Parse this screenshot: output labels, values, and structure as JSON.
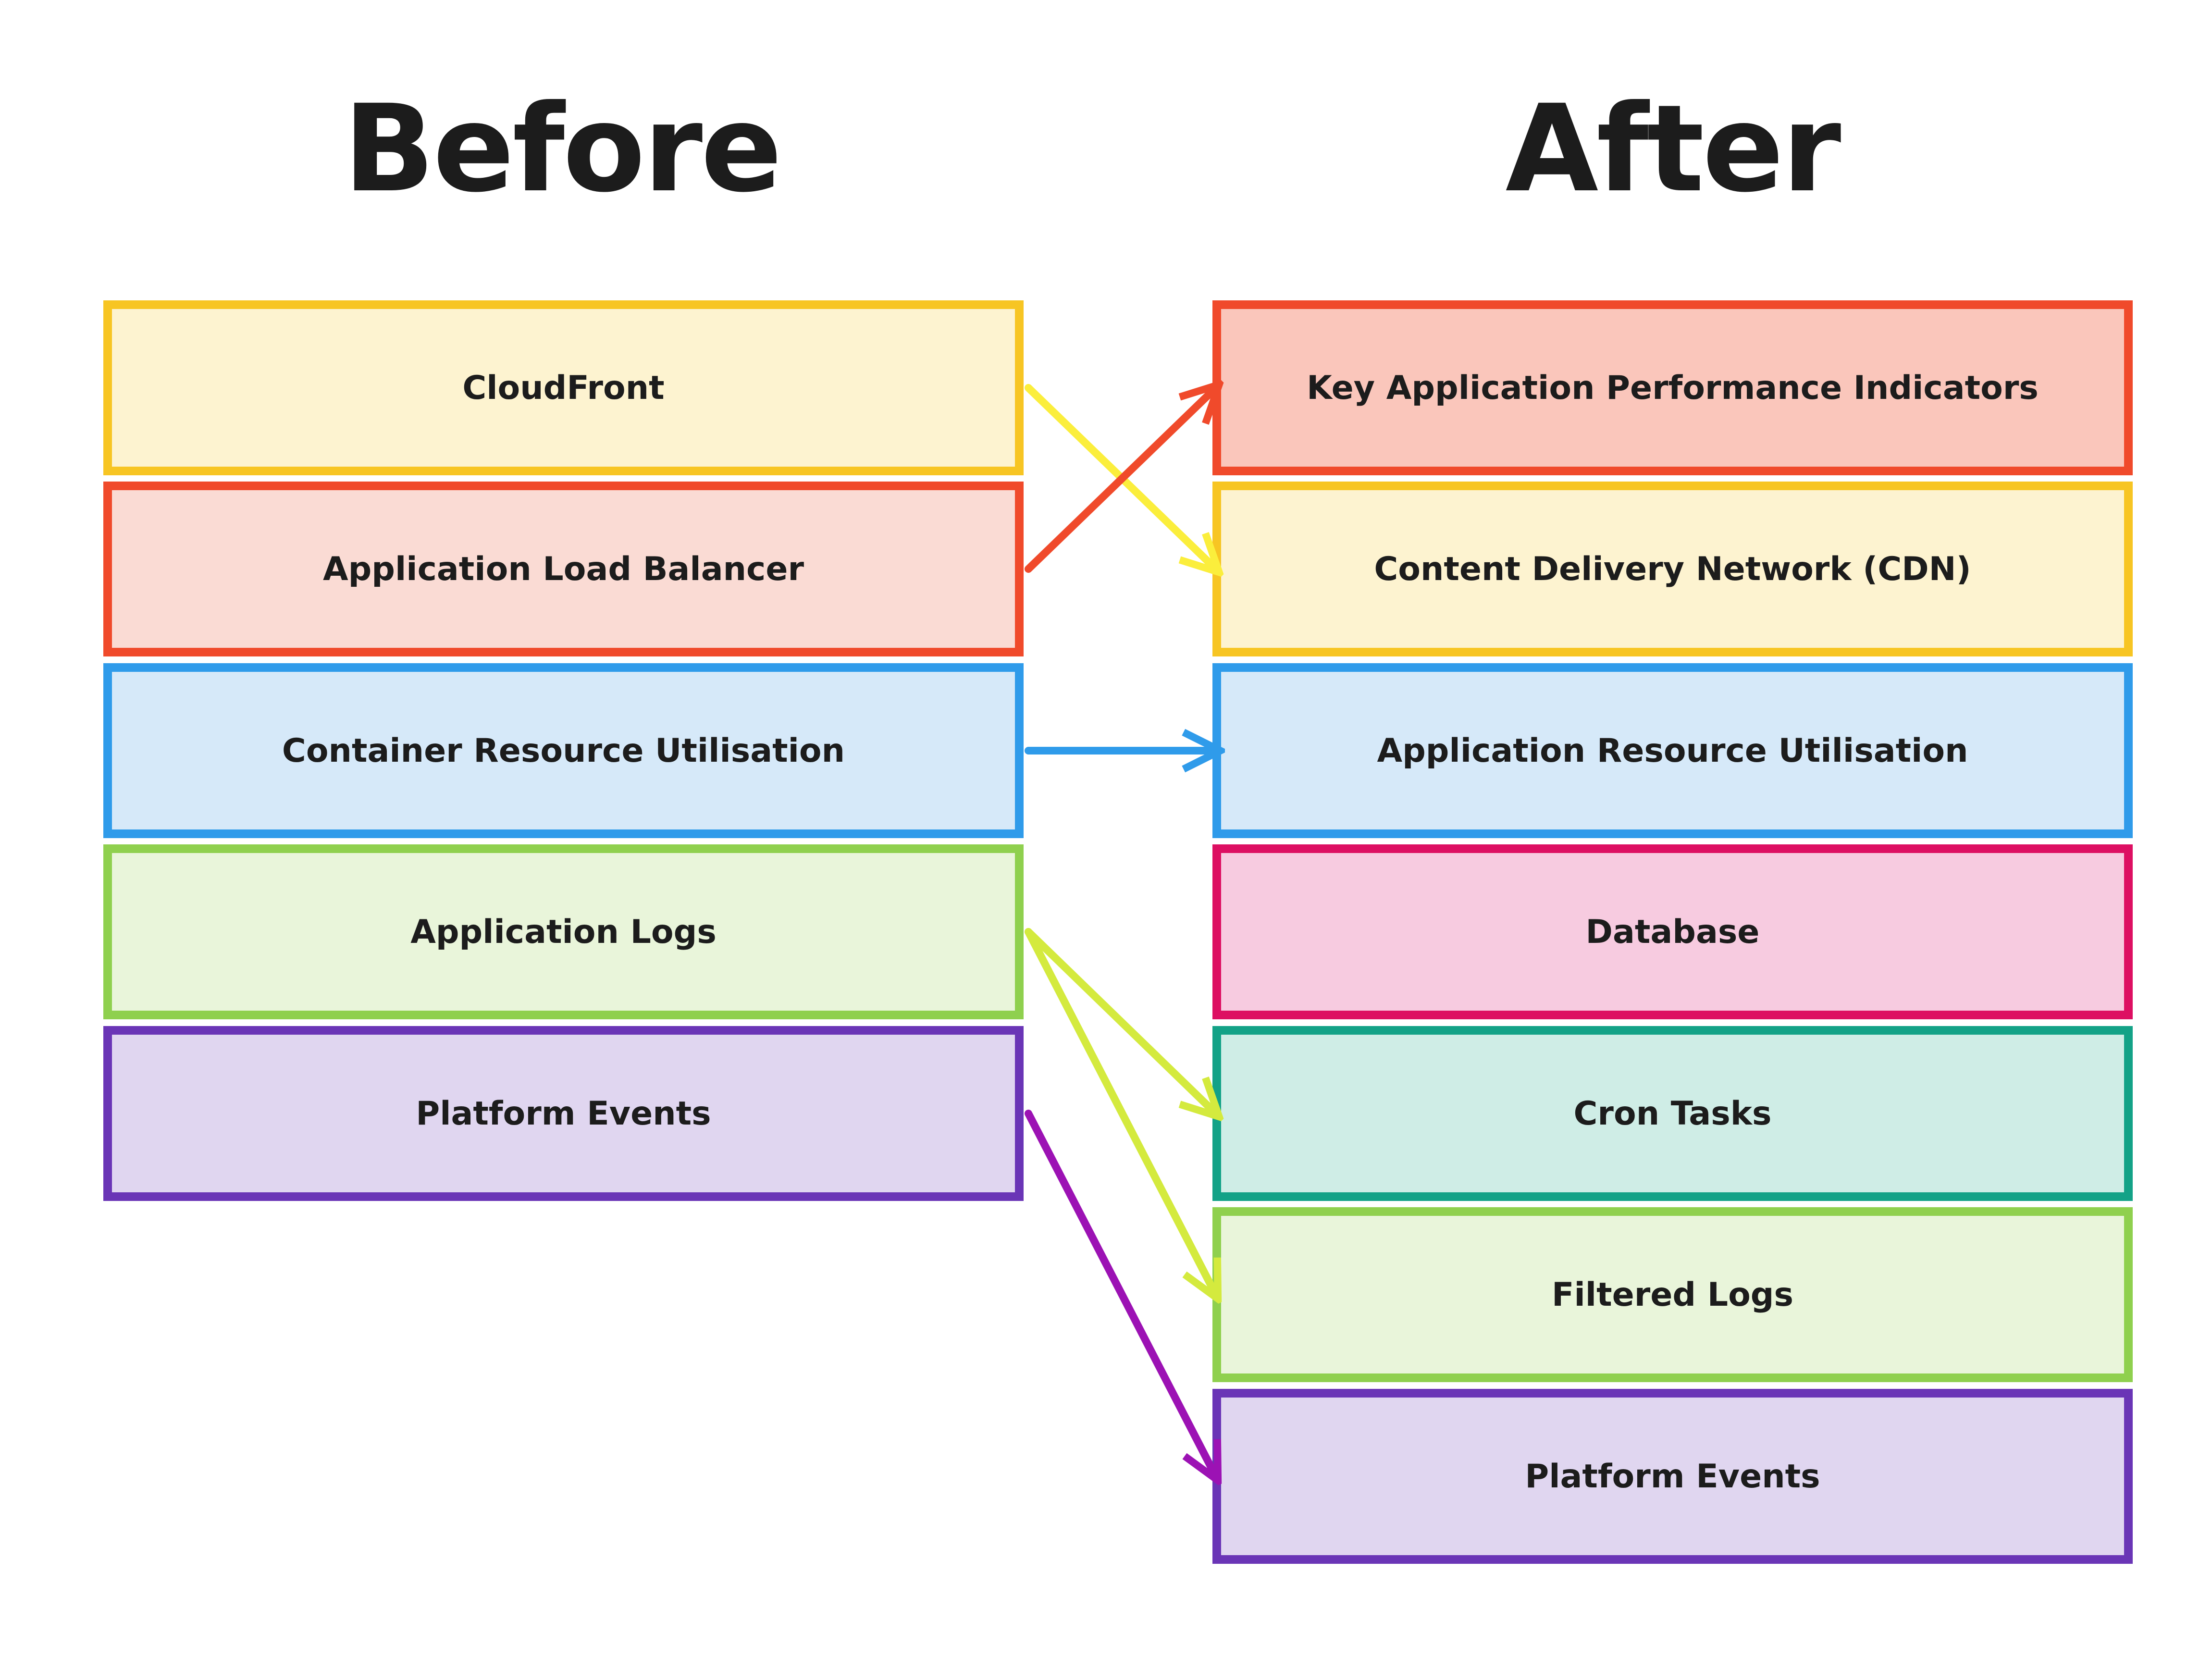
{
  "headings": {
    "before": "Before",
    "after": "After"
  },
  "before_items": [
    {
      "label": "CloudFront",
      "fill": "#fdf3d0",
      "border": "#f7c523"
    },
    {
      "label": "Application Load Balancer",
      "fill": "#fadbd4",
      "border": "#f04a2b"
    },
    {
      "label": "Container Resource Utilisation",
      "fill": "#d6e9f9",
      "border": "#2f9bea"
    },
    {
      "label": "Application Logs",
      "fill": "#e9f5da",
      "border": "#8fd04e"
    },
    {
      "label": "Platform Events",
      "fill": "#e0d6f0",
      "border": "#6a35b6"
    }
  ],
  "after_items": [
    {
      "label": "Key Application Performance Indicators",
      "fill": "#fac6bb",
      "border": "#f04a2b"
    },
    {
      "label": "Content Delivery Network (CDN)",
      "fill": "#fdf3d0",
      "border": "#f7c523"
    },
    {
      "label": "Application Resource Utilisation",
      "fill": "#d6e9f9",
      "border": "#2f9bea"
    },
    {
      "label": "Database",
      "fill": "#f7cbe0",
      "border": "#dd0f62"
    },
    {
      "label": "Cron Tasks",
      "fill": "#cfede6",
      "border": "#13a287"
    },
    {
      "label": "Filtered Logs",
      "fill": "#e9f5da",
      "border": "#8fd04e"
    },
    {
      "label": "Platform Events",
      "fill": "#e0d6f0",
      "border": "#6a35b6"
    }
  ],
  "connections": [
    {
      "from": "CloudFront",
      "to": "Content Delivery Network (CDN)",
      "color": "#fbee3c"
    },
    {
      "from": "Application Load Balancer",
      "to": "Key Application Performance Indicators",
      "color": "#f04a2b"
    },
    {
      "from": "Container Resource Utilisation",
      "to": "Application Resource Utilisation",
      "color": "#2f9bea"
    },
    {
      "from": "Application Logs",
      "to": "Cron Tasks",
      "color": "#d4ea3e"
    },
    {
      "from": "Application Logs",
      "to": "Filtered Logs",
      "color": "#d4ea3e"
    },
    {
      "from": "Platform Events",
      "to": "Platform Events",
      "color": "#9c12b4"
    }
  ]
}
